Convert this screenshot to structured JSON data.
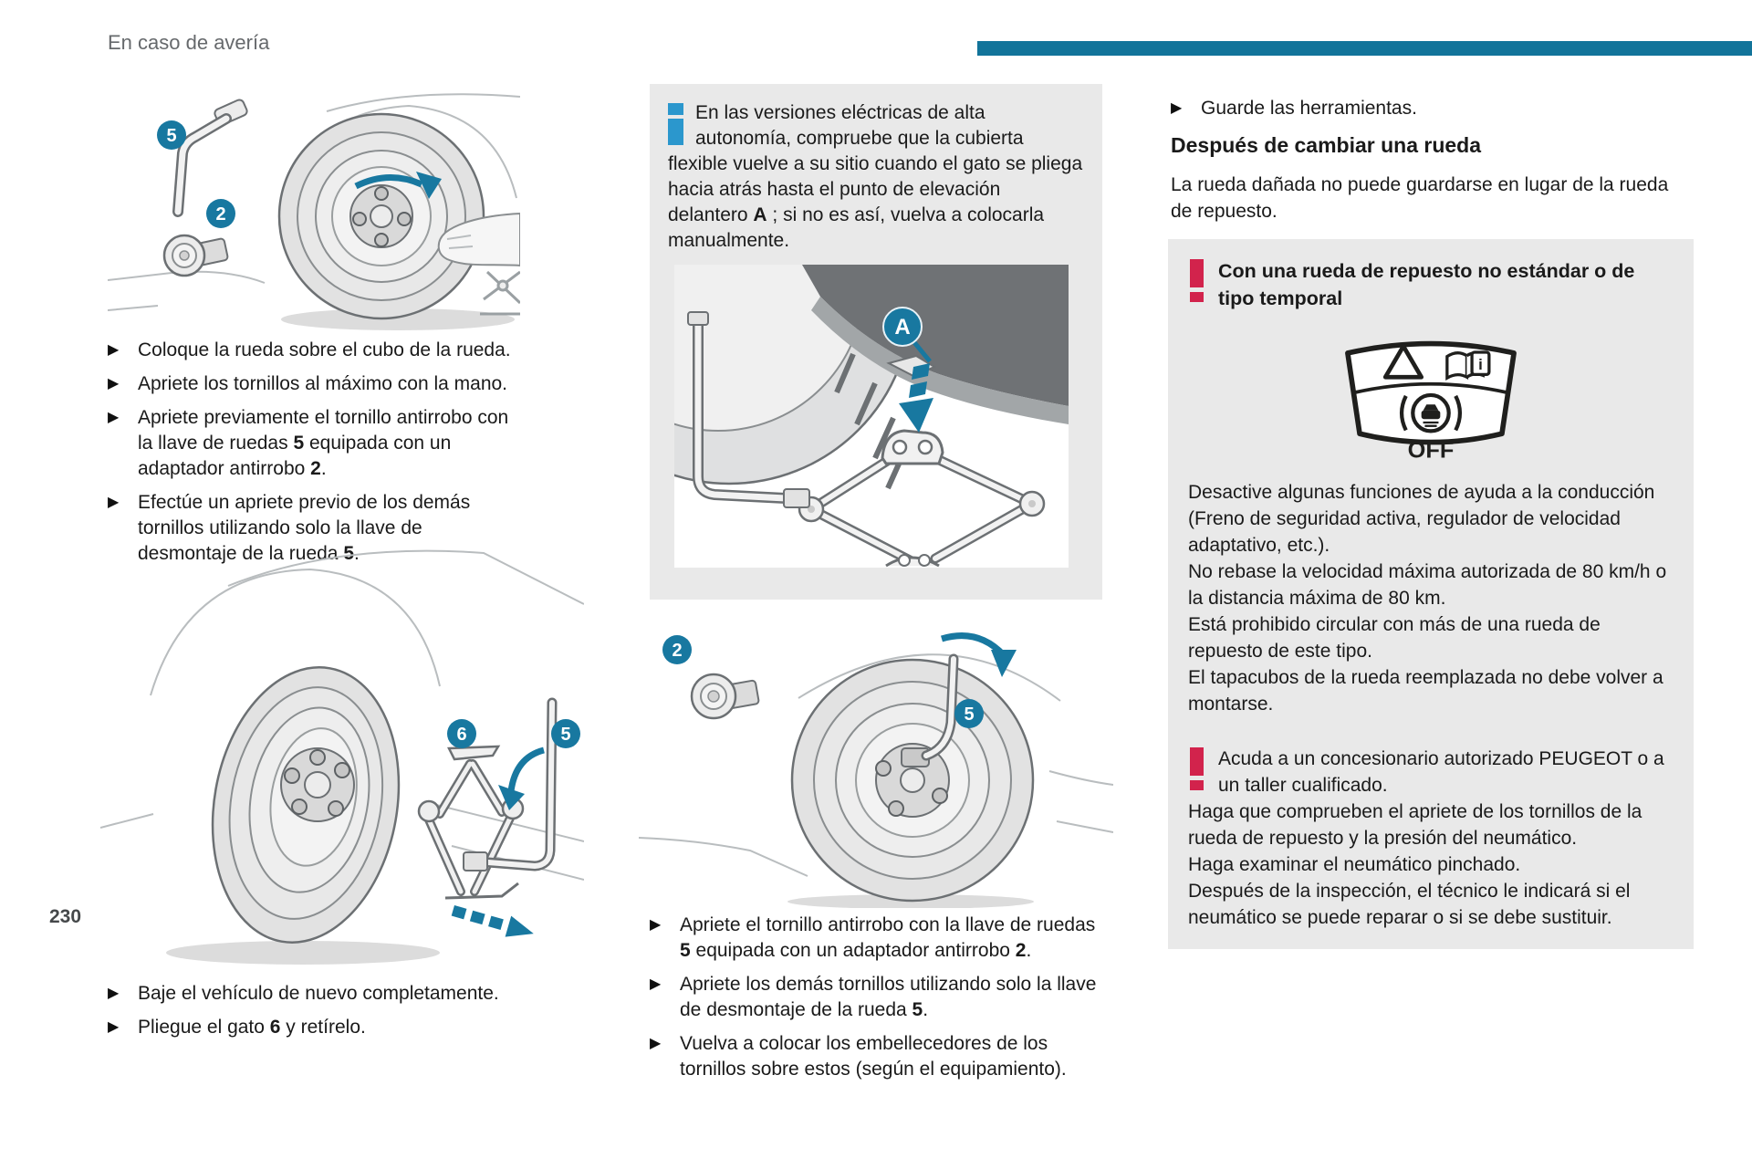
{
  "page": {
    "header": "En caso de avería",
    "page_number": "230",
    "bullet": "▶"
  },
  "colors": {
    "accent_teal": "#12749a",
    "badge_teal": "#1878a0",
    "info_blue": "#2b97cd",
    "alert_red": "#d2234c",
    "box_gray": "#e9e9e9"
  },
  "figures": {
    "fig1": {
      "wrench_badge": "5",
      "adapter_badge": "2"
    },
    "fig2": {
      "jack_badge": "6",
      "wrench_badge": "5"
    },
    "fig3": {
      "point_badge": "A"
    },
    "fig4": {
      "adapter_badge": "2",
      "wrench_badge": "5"
    },
    "assist_icon": {
      "off_label": "OFF",
      "book_label": "i"
    }
  },
  "left_column": {
    "steps_top": [
      {
        "segments": [
          {
            "text": "Coloque la rueda sobre el cubo de la rueda."
          }
        ]
      },
      {
        "segments": [
          {
            "text": "Apriete los tornillos al máximo con la mano."
          }
        ]
      },
      {
        "segments": [
          {
            "text": "Apriete previamente el tornillo antirrobo con la llave de ruedas "
          },
          {
            "text": "5",
            "bold": true
          },
          {
            "text": " equipada con un adaptador antirrobo "
          },
          {
            "text": "2",
            "bold": true
          },
          {
            "text": "."
          }
        ]
      },
      {
        "segments": [
          {
            "text": "Efectúe un apriete previo de los demás tornillos utilizando solo la llave de desmontaje de la rueda "
          },
          {
            "text": "5",
            "bold": true
          },
          {
            "text": "."
          }
        ]
      }
    ],
    "steps_bottom": [
      {
        "segments": [
          {
            "text": "Baje el vehículo de nuevo completamente."
          }
        ]
      },
      {
        "segments": [
          {
            "text": "Pliegue el gato "
          },
          {
            "text": "6",
            "bold": true
          },
          {
            "text": " y retírelo."
          }
        ]
      }
    ]
  },
  "middle_column": {
    "info_note": {
      "segments": [
        {
          "text": "En las versiones eléctricas de alta autonomía, compruebe que la cubierta flexible vuelve a su sitio cuando el gato se pliega hacia atrás hasta el punto de elevación delantero "
        },
        {
          "text": "A",
          "bold": true
        },
        {
          "text": " ; si no es así, vuelva a colocarla manualmente."
        }
      ]
    },
    "steps": [
      {
        "segments": [
          {
            "text": "Apriete el tornillo antirrobo con la llave de ruedas "
          },
          {
            "text": "5",
            "bold": true
          },
          {
            "text": " equipada con un adaptador antirrobo "
          },
          {
            "text": "2",
            "bold": true
          },
          {
            "text": "."
          }
        ]
      },
      {
        "segments": [
          {
            "text": "Apriete los demás tornillos utilizando solo la llave de desmontaje de la rueda "
          },
          {
            "text": "5",
            "bold": true
          },
          {
            "text": "."
          }
        ]
      },
      {
        "segments": [
          {
            "text": "Vuelva a colocar los embellecedores de los tornillos sobre estos (según el equipamiento)."
          }
        ]
      }
    ]
  },
  "right_column": {
    "store_step": [
      {
        "segments": [
          {
            "text": "Guarde las herramientas."
          }
        ]
      }
    ],
    "section_title": "Después de cambiar una rueda",
    "intro": "La rueda dañada no puede guardarse en lugar de la rueda de repuesto.",
    "warning1": {
      "title": "Con una rueda de repuesto no estándar o de tipo temporal",
      "paragraphs": [
        "Desactive algunas funciones de ayuda a la conducción (Freno de seguridad activa, regulador de velocidad adaptativo, etc.).",
        "No rebase la velocidad máxima autorizada de 80 km/h o la distancia máxima de 80 km.",
        "Está prohibido circular con más de una rueda de repuesto de este tipo.",
        "El tapacubos de la rueda reemplazada no debe volver a montarse."
      ]
    },
    "warning2": {
      "paragraphs": [
        "Acuda a un concesionario autorizado PEUGEOT o a un taller cualificado.",
        "Haga que comprueben el apriete de los tornillos de la rueda de repuesto y la presión del neumático.",
        "Haga examinar el neumático pinchado.",
        "Después de la inspección, el técnico le indicará si el neumático se puede reparar o si se debe sustituir."
      ]
    }
  }
}
